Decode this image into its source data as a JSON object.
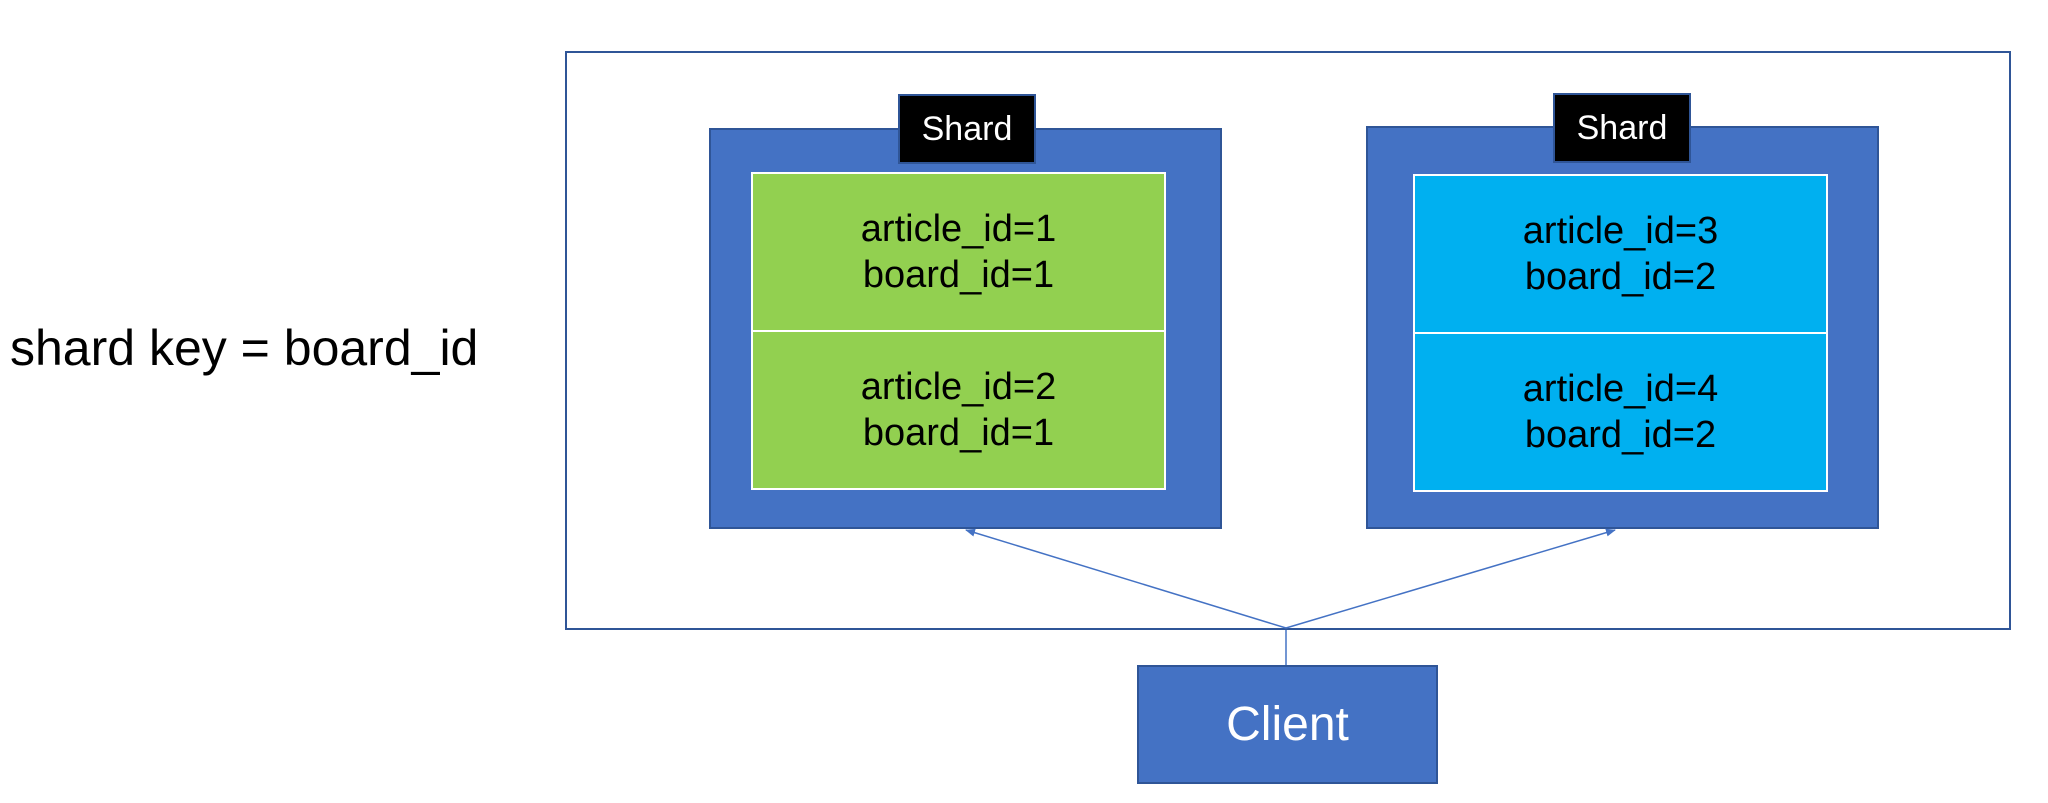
{
  "shard_key_label": "shard key = board_id",
  "shards": [
    {
      "tag": "Shard",
      "records": [
        {
          "article": "article_id=1",
          "board": "board_id=1"
        },
        {
          "article": "article_id=2",
          "board": "board_id=1"
        }
      ]
    },
    {
      "tag": "Shard",
      "records": [
        {
          "article": "article_id=3",
          "board": "board_id=2"
        },
        {
          "article": "article_id=4",
          "board": "board_id=2"
        }
      ]
    }
  ],
  "client_label": "Client",
  "colors": {
    "shard_fill": "#4472c4",
    "outline": "#2f5597",
    "shard1_records": "#92d050",
    "shard2_records": "#00b0f0",
    "tag_fill": "#000000"
  }
}
